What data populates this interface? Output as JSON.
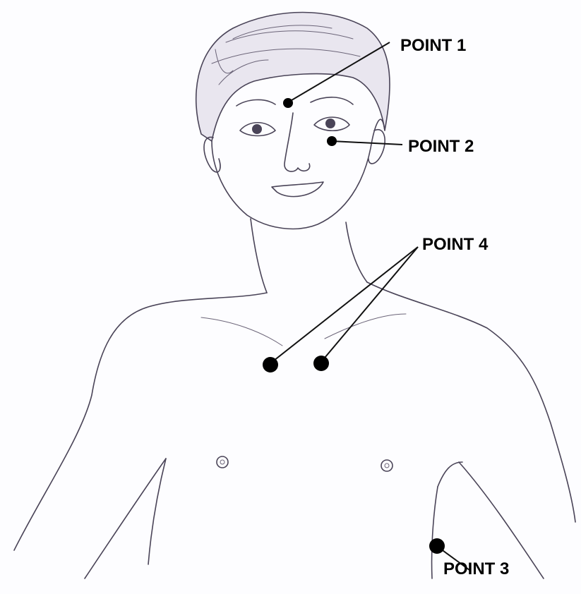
{
  "points": [
    {
      "id": "point-1",
      "label": "POINT 1"
    },
    {
      "id": "point-2",
      "label": "POINT 2"
    },
    {
      "id": "point-3",
      "label": "POINT 3"
    },
    {
      "id": "point-4",
      "label": "POINT 4"
    }
  ],
  "colors": {
    "dot": "#000000",
    "leader": "#111111",
    "sketch": "#4a4458"
  }
}
